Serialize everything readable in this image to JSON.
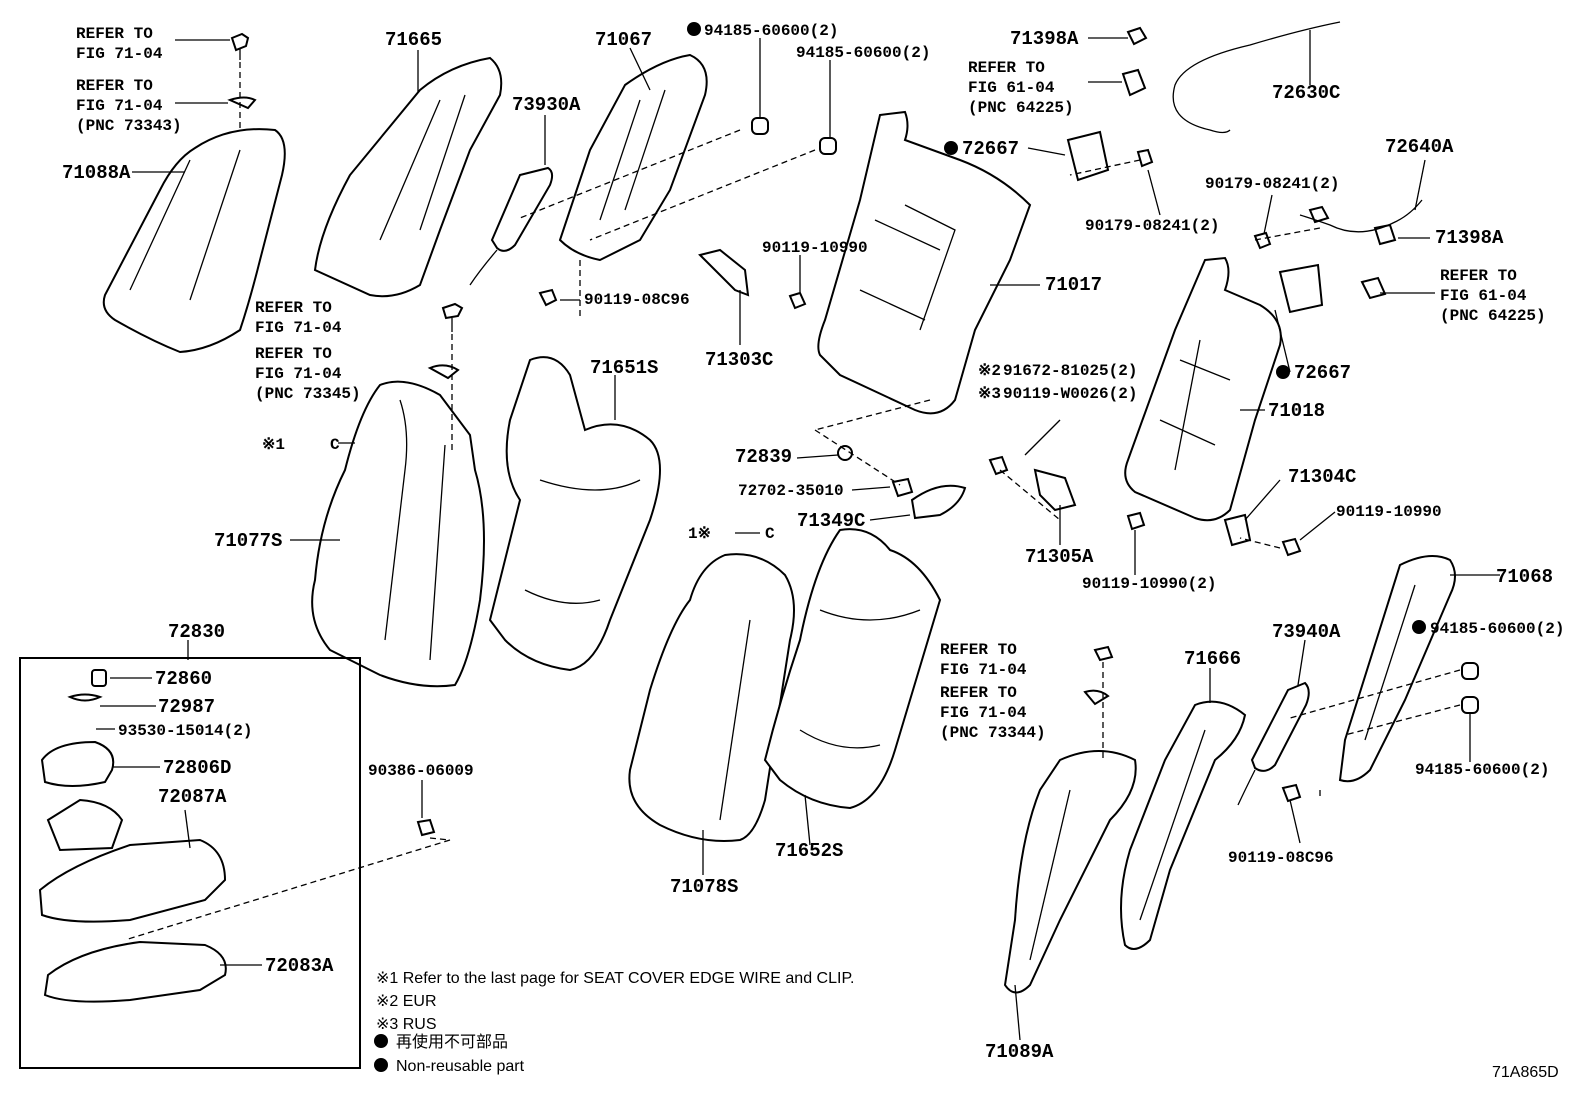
{
  "diagram": {
    "code": "71A865D",
    "refs": {
      "r1": [
        "REFER TO",
        "FIG 71-04"
      ],
      "r2": [
        "REFER TO",
        "FIG 71-04",
        "(PNC 73343)"
      ],
      "r3": [
        "REFER TO",
        "FIG 71-04"
      ],
      "r4": [
        "REFER TO",
        "FIG 71-04",
        "(PNC 73345)"
      ],
      "r5": [
        "REFER TO",
        "FIG 61-04",
        "(PNC 64225)"
      ],
      "r6": [
        "REFER TO",
        "FIG 61-04",
        "(PNC 64225)"
      ],
      "r7": [
        "REFER TO",
        "FIG 71-04"
      ],
      "r8": [
        "REFER TO",
        "FIG 71-04",
        "(PNC 73344)"
      ]
    },
    "parts": {
      "p71088A": "71088A",
      "p71665": "71665",
      "p71067": "71067",
      "p94185a": "94185-60600(2)",
      "p94185b": "94185-60600(2)",
      "p73930A": "73930A",
      "p90119_08C96a": "90119-08C96",
      "p71303C": "71303C",
      "p90119_10990a": "90119-10990",
      "p71398Aa": "71398A",
      "p72630C": "72630C",
      "p72667a": "72667",
      "p90179a": "90179-08241(2)",
      "p90179b": "90179-08241(2)",
      "p72640A": "72640A",
      "p71398Ab": "71398A",
      "p71017": "71017",
      "p72667b": "72667",
      "p71018": "71018",
      "p91672": "91672-81025(2)",
      "p90119_W0026": "90119-W0026(2)",
      "p71651S": "71651S",
      "p71077S": "71077S",
      "p72839": "72839",
      "p72702": "72702-35010",
      "p71349C": "71349C",
      "p71305A": "71305A",
      "p90119_10990b": "90119-10990(2)",
      "p71304C": "71304C",
      "p90119_10990c": "90119-10990",
      "p71068": "71068",
      "p94185c": "94185-60600(2)",
      "p94185d": "94185-60600(2)",
      "p72830": "72830",
      "p72860": "72860",
      "p72987": "72987",
      "p93530": "93530-15014(2)",
      "p72806D": "72806D",
      "p72087A": "72087A",
      "p72083A": "72083A",
      "p90386": "90386-06009",
      "p71078S": "71078S",
      "p71652S": "71652S",
      "p73940A": "73940A",
      "p71666": "71666",
      "p90119_08C96b": "90119-08C96",
      "p71089A": "71089A"
    },
    "marks": {
      "m1": "※1",
      "m1b": "1※",
      "m2": "※2",
      "m3": "※3",
      "c": "C"
    },
    "notes": {
      "n1": "※1 Refer to the last page for SEAT COVER EDGE WIRE and CLIP.",
      "n2": "※2 EUR",
      "n3": "※3 RUS",
      "n4": "再使用不可部品",
      "n5": "Non-reusable part"
    }
  }
}
